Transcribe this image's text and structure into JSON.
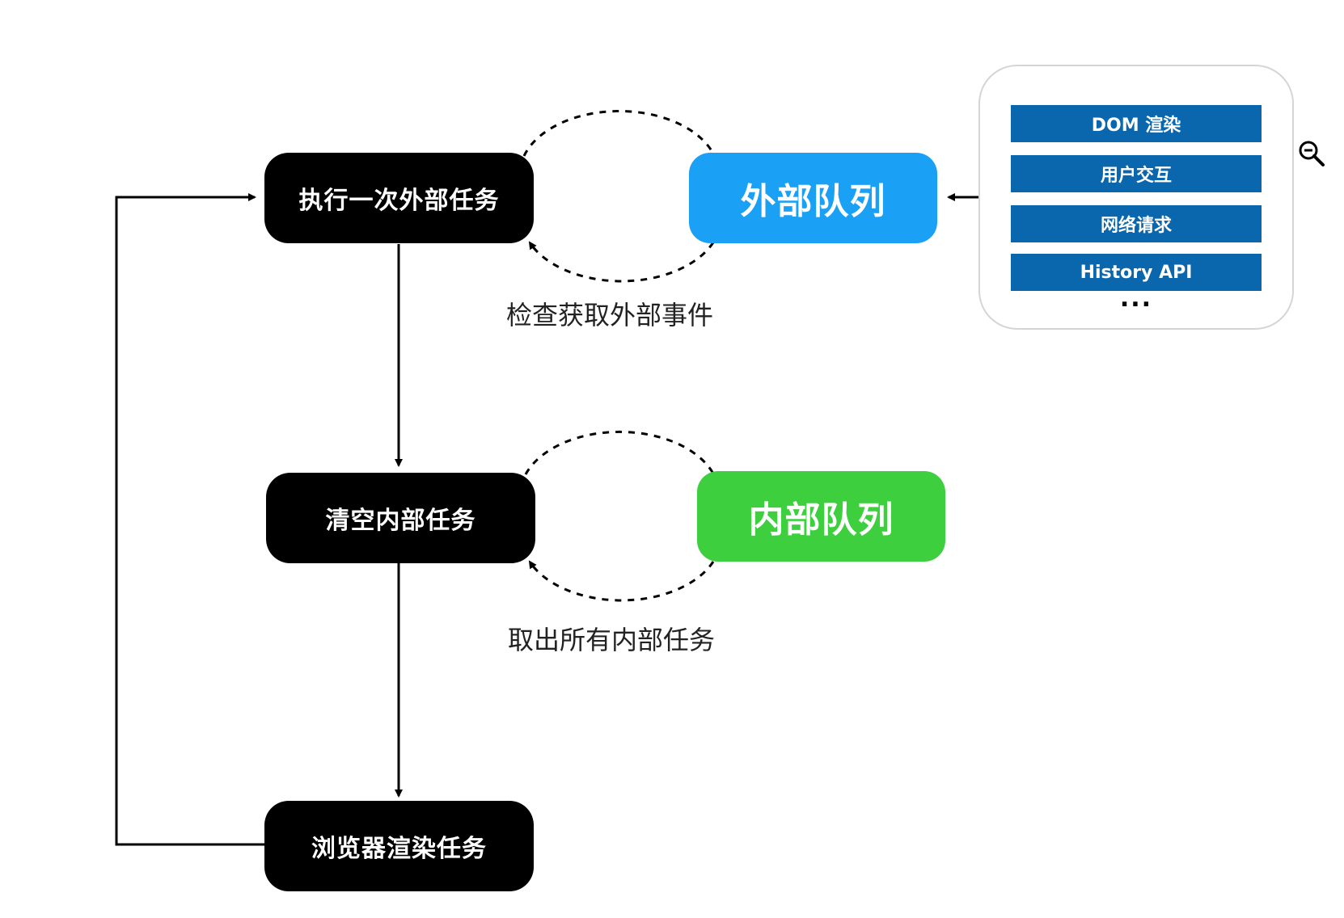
{
  "nodes": {
    "external_task": "执行一次外部任务",
    "clear_internal": "清空内部任务",
    "browser_render": "浏览器渲染任务",
    "external_queue": "外部队列",
    "internal_queue": "内部队列"
  },
  "labels": {
    "check_external": "检查获取外部事件",
    "take_internal": "取出所有内部任务"
  },
  "external_events": {
    "items": [
      "DOM 渲染",
      "用户交互",
      "网络请求",
      "History API"
    ],
    "more": "..."
  },
  "colors": {
    "external_queue": "#1aa0f5",
    "internal_queue": "#3ecf3e",
    "event_item": "#0a66ad",
    "task": "#000000"
  },
  "icons": {
    "zoom": "zoom-out-icon"
  }
}
